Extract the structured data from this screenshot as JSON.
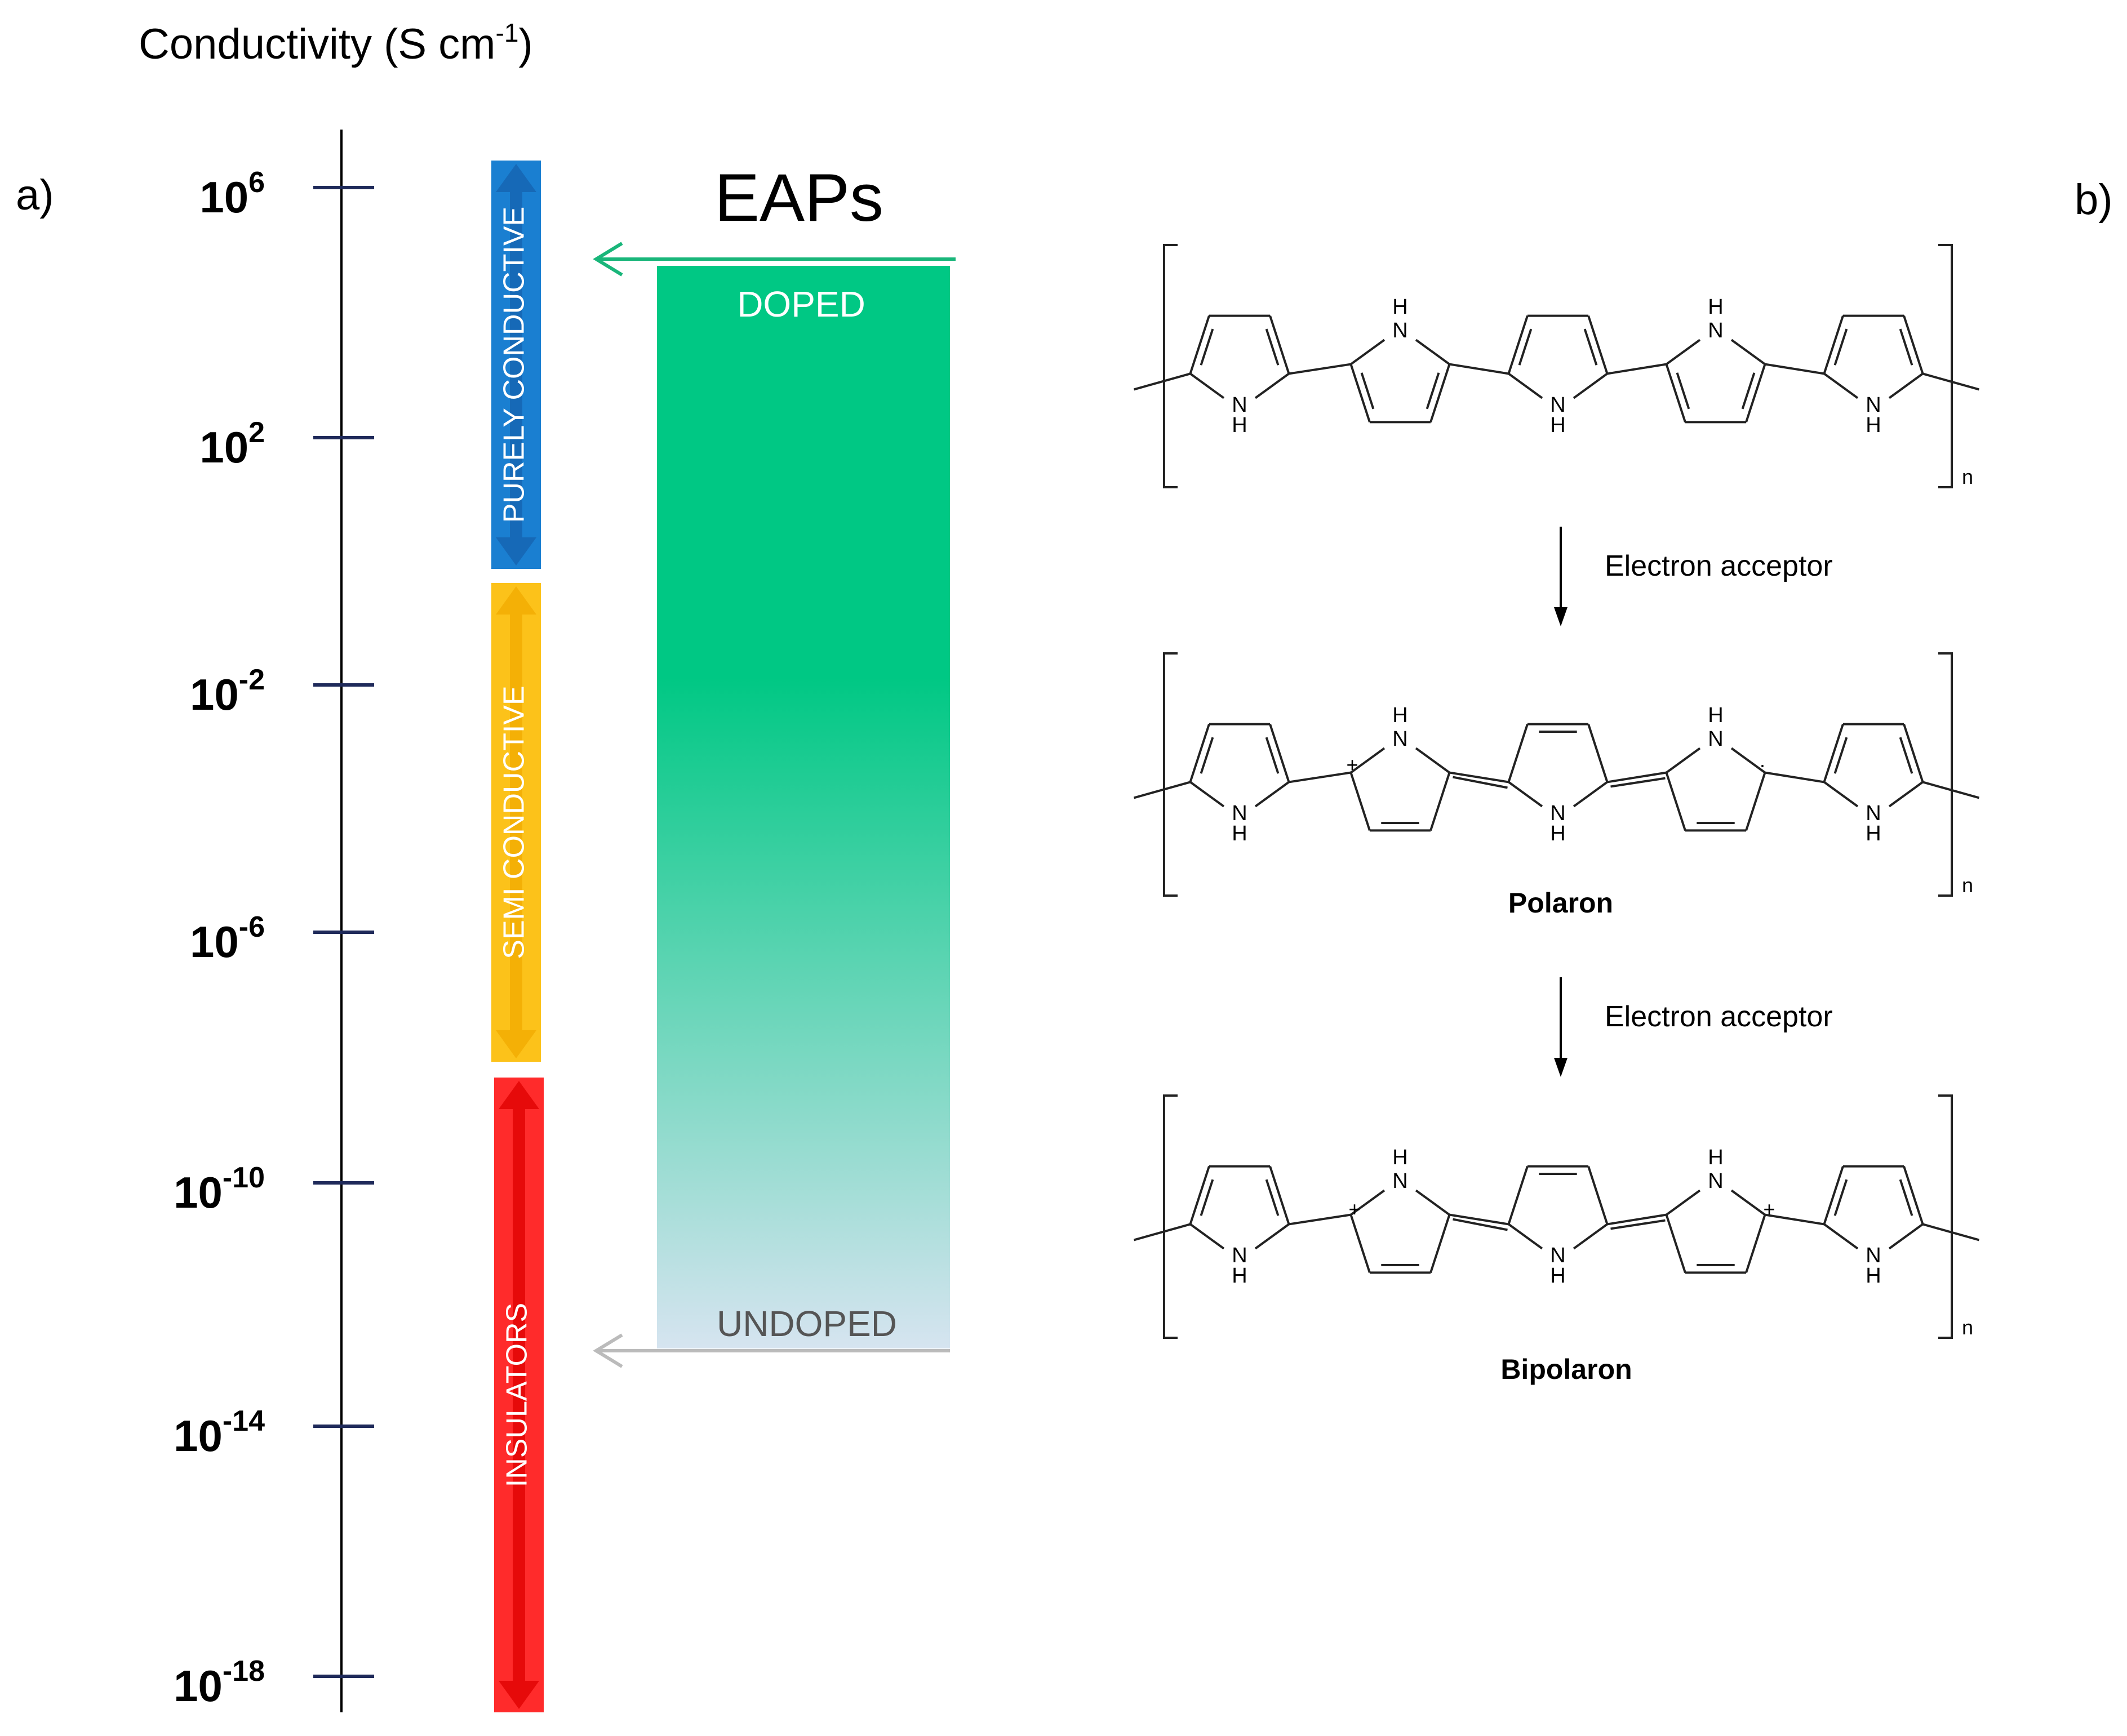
{
  "panel_a": {
    "label": "a)",
    "axis_title": "Conductivity (S cm",
    "axis_title_sup": "-1",
    "axis_title_close": ")",
    "ticks": [
      {
        "base": "10",
        "exp": "6"
      },
      {
        "base": "10",
        "exp": "2"
      },
      {
        "base": "10",
        "exp": "-2"
      },
      {
        "base": "10",
        "exp": "-6"
      },
      {
        "base": "10",
        "exp": "-10"
      },
      {
        "base": "10",
        "exp": "-14"
      },
      {
        "base": "10",
        "exp": "-18"
      }
    ],
    "ranges": [
      {
        "label": "PURELY CONDUCTIVE",
        "color": "#1a7fd1",
        "arrow": "#1662ad"
      },
      {
        "label": "SEMI CONDUCTIVE",
        "color": "#fcc21a",
        "arrow": "#f2a900"
      },
      {
        "label": "INSULATORS",
        "color": "#ff2b2b",
        "arrow": "#dd0000"
      }
    ],
    "eaps": {
      "title": "EAPs",
      "doped": "DOPED",
      "undoped": "UNDOPED",
      "gradient_top": "#00c884",
      "gradient_bottom": "#d6e4f0",
      "doped_arrow": "#19b67a",
      "undoped_arrow": "#bbbbbb"
    }
  },
  "panel_b": {
    "label": "b)",
    "atom_nh": "NH",
    "atom_h": "H",
    "atom_n": "N",
    "subscript": "n",
    "plus": "+",
    "dot": "·",
    "step1": "Electron acceptor",
    "step2": "Electron acceptor",
    "structure2_name": "Polaron",
    "structure3_name": "Bipolaron"
  }
}
